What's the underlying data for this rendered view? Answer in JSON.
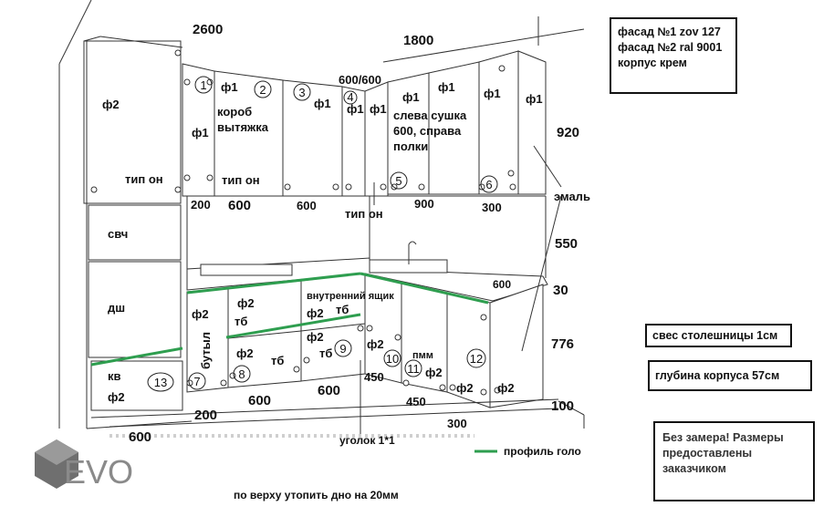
{
  "dims": {
    "top_left": "2600",
    "top_right": "1800",
    "corner_600": "600/600",
    "upper_height": "920",
    "gap_height": "550",
    "counter_thk": "30",
    "base_height": "776",
    "plinth": "100",
    "u_200": "200",
    "u_600a": "600",
    "u_600b": "600",
    "u_900": "900",
    "u_300": "300",
    "counter_600": "600",
    "b_200": "200",
    "b_600a": "600",
    "b_600b": "600",
    "b_450a": "450",
    "b_450b": "450",
    "b_300": "300",
    "b_600c": "600"
  },
  "labels": {
    "f1": "ф1",
    "f2": "ф2",
    "tip_on": "тип он",
    "korob_1": "короб",
    "korob_2": "вытяжка",
    "dryer_1": "слева сушка",
    "dryer_2": "600, справа",
    "dryer_3": "полки",
    "svch": "свч",
    "dsh": "дш",
    "kv": "кв",
    "butyl": "бутыл",
    "tb": "тб",
    "inner_drawer": "внутренний ящик",
    "pmm": "пмм",
    "emal": "эмаль",
    "ugolok": "уголок 1*1",
    "profile": "профиль голо",
    "bottom_note": "по верху утопить дно на 20мм"
  },
  "numbers": [
    "1",
    "2",
    "3",
    "4",
    "5",
    "6",
    "7",
    "8",
    "9",
    "10",
    "11",
    "12",
    "13"
  ],
  "facade_box": {
    "line1": "фасад №1 zov 127",
    "line2": "фасад №2 ral 9001",
    "line3": "корпус крем"
  },
  "overhang_box": "свес столешницы 1см",
  "depth_box": "глубина корпуса 57см",
  "notice_box": {
    "line1": "Без замера! Размеры",
    "line2": "предоставлены",
    "line3": "заказчиком"
  },
  "logo_text": "EVO",
  "colors": {
    "profile_green": "#2e9e4f",
    "line": "#333333",
    "logo_gray": "#8a8a8a"
  }
}
